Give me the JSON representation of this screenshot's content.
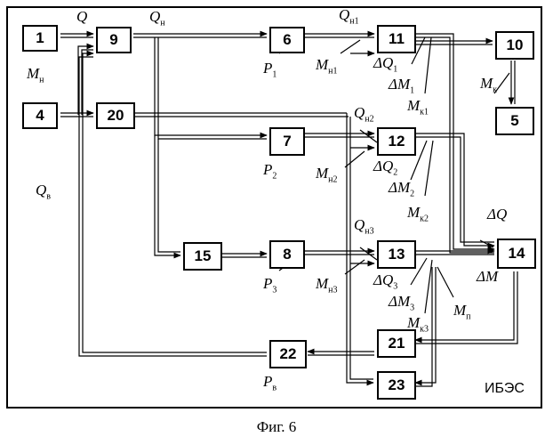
{
  "figure_caption": "Фиг. 6",
  "frame_label": "ИБЭС",
  "blocks": {
    "b1": "1",
    "b9": "9",
    "b6": "6",
    "b11": "11",
    "b10": "10",
    "b4": "4",
    "b20": "20",
    "b5": "5",
    "b7": "7",
    "b12": "12",
    "b15": "15",
    "b8": "8",
    "b13": "13",
    "b14": "14",
    "b21": "21",
    "b22": "22",
    "b23": "23"
  },
  "labels": {
    "Q": {
      "base": "Q",
      "sub": ""
    },
    "Qn": {
      "base": "Q",
      "sub": "н"
    },
    "Qn1": {
      "base": "Q",
      "sub": "н1"
    },
    "Mn": {
      "base": "M",
      "sub": "н"
    },
    "Mn1": {
      "base": "M",
      "sub": "н1"
    },
    "P1": {
      "base": "P",
      "sub": "1"
    },
    "dQ1": {
      "base": "ΔQ",
      "sub": "1"
    },
    "dM1": {
      "base": "ΔM",
      "sub": "1"
    },
    "Mk1": {
      "base": "M",
      "sub": "к1"
    },
    "Mk": {
      "base": "M",
      "sub": "к"
    },
    "Qn2": {
      "base": "Q",
      "sub": "н2"
    },
    "P2": {
      "base": "P",
      "sub": "2"
    },
    "Mn2": {
      "base": "M",
      "sub": "н2"
    },
    "dQ2": {
      "base": "ΔQ",
      "sub": "2"
    },
    "dM2": {
      "base": "ΔM",
      "sub": "2"
    },
    "Mk2": {
      "base": "M",
      "sub": "к2"
    },
    "Qv": {
      "base": "Q",
      "sub": "в"
    },
    "dQ": {
      "base": "ΔQ",
      "sub": ""
    },
    "dM": {
      "base": "ΔM",
      "sub": ""
    },
    "Qn3": {
      "base": "Q",
      "sub": "н3"
    },
    "P3": {
      "base": "P",
      "sub": "3"
    },
    "Mn3": {
      "base": "M",
      "sub": "н3"
    },
    "dQ3": {
      "base": "ΔQ",
      "sub": "3"
    },
    "dM3": {
      "base": "ΔM",
      "sub": "3"
    },
    "Mk3": {
      "base": "M",
      "sub": "к3"
    },
    "Mp": {
      "base": "M",
      "sub": "п"
    },
    "Pv": {
      "base": "P",
      "sub": "в"
    }
  }
}
